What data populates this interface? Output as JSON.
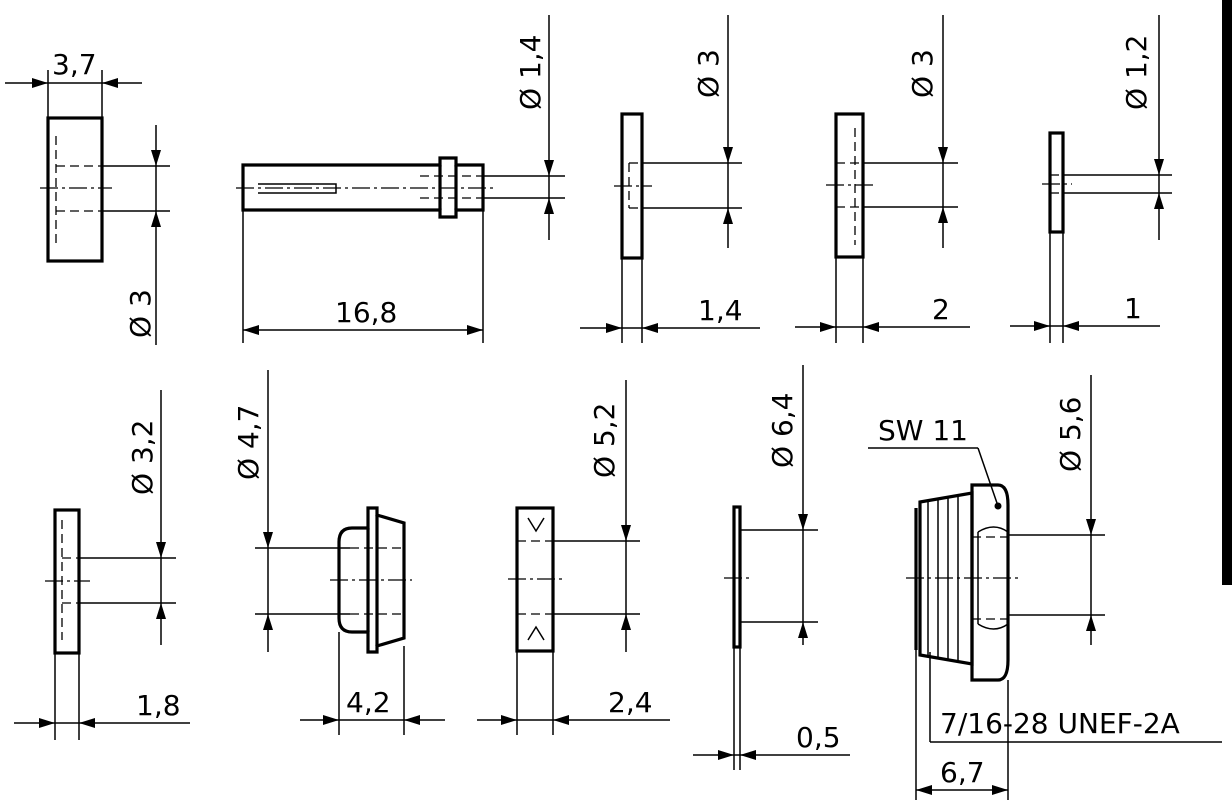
{
  "labels": {
    "p1_width": "3,7",
    "p1_dia": "Ø 3",
    "p2_length": "16,8",
    "p2_dia": "Ø 1,4",
    "p3_width": "1,4",
    "p3_dia": "Ø 3",
    "p4_width": "2",
    "p4_dia": "Ø 3",
    "p5_width": "1",
    "p5_dia": "Ø 1,2",
    "p6_width": "1,8",
    "p6_dia": "Ø 3,2",
    "p7_width": "4,2",
    "p7_dia": "Ø 4,7",
    "p8_width": "2,4",
    "p8_dia": "Ø 5,2",
    "p9_width": "0,5",
    "p9_dia": "Ø 6,4",
    "p10_width": "6,7",
    "p10_dia": "Ø 5,6",
    "p10_hex": "SW 11",
    "p10_thread": "7/16-28 UNEF-2A"
  }
}
